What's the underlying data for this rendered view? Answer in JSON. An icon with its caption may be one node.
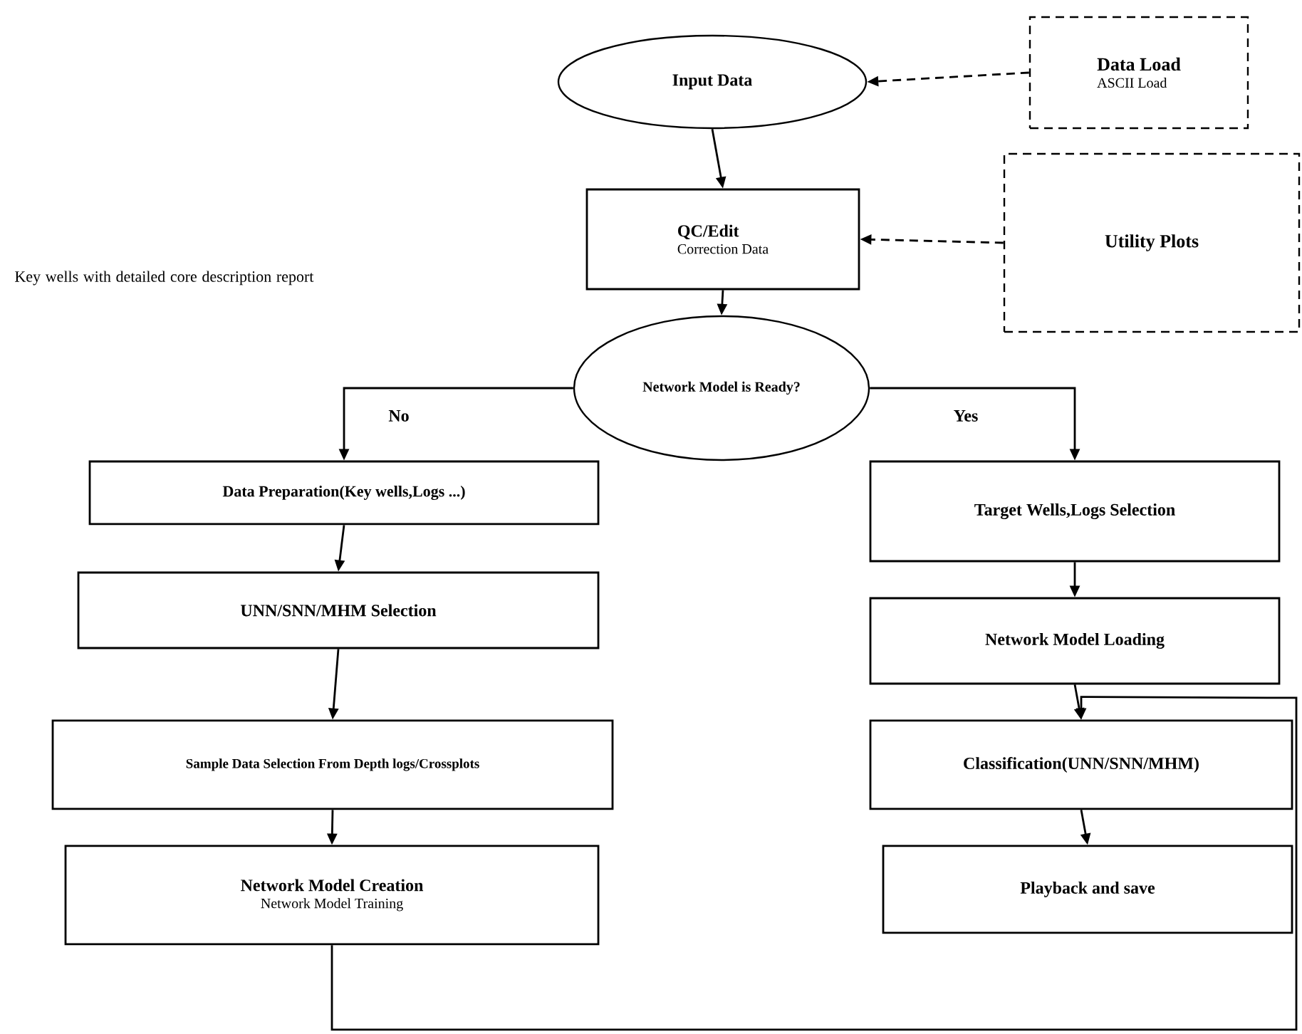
{
  "diagram": {
    "nodes": [
      {
        "text": [
          "Input Data"
        ]
      },
      {
        "text": [
          "Data Load",
          "ASCII Load"
        ]
      },
      {
        "text": [
          "QC/Edit",
          "Correction Data"
        ]
      },
      {
        "text": [
          "Utility Plots"
        ]
      },
      {
        "text": [
          "Network Model is Ready?"
        ]
      },
      {
        "text": [
          "Data Preparation(Key wells,Logs ...)"
        ]
      },
      {
        "text": [
          "UNN/SNN/MHM Selection"
        ]
      },
      {
        "text": [
          "Sample Data Selection From Depth logs/Crossplots"
        ]
      },
      {
        "text": [
          "Network Model Creation",
          "Network Model Training"
        ]
      },
      {
        "text": [
          "Target Wells,Logs Selection"
        ]
      },
      {
        "text": [
          "Network Model Loading"
        ]
      },
      {
        "text": [
          "Classification(UNN/SNN/MHM)"
        ]
      },
      {
        "text": [
          "Playback and save"
        ]
      }
    ],
    "edges": [
      {
        "from": 1,
        "to": 0,
        "arrow": "to",
        "style": "dashed"
      },
      {
        "from": 3,
        "to": 2,
        "arrow": "to",
        "style": "dashed"
      },
      {
        "from": 0,
        "to": 2,
        "arrow": "to"
      },
      {
        "from": 2,
        "to": 4,
        "arrow": "to"
      },
      {
        "from": 4,
        "to": 5,
        "arrow": "to",
        "label": "No"
      },
      {
        "from": 4,
        "to": 9,
        "arrow": "to",
        "label": "Yes"
      },
      {
        "from": 5,
        "to": 6,
        "arrow": "to"
      },
      {
        "from": 6,
        "to": 7,
        "arrow": "to"
      },
      {
        "from": 7,
        "to": 8,
        "arrow": "to"
      },
      {
        "from": 9,
        "to": 10,
        "arrow": "to"
      },
      {
        "from": 10,
        "to": 11,
        "arrow": "to"
      },
      {
        "from": 11,
        "to": 12,
        "arrow": "to"
      },
      {
        "from": 8,
        "to": 11,
        "arrow": "to"
      }
    ],
    "labels": [
      "Key wells with detailed core description report"
    ]
  }
}
